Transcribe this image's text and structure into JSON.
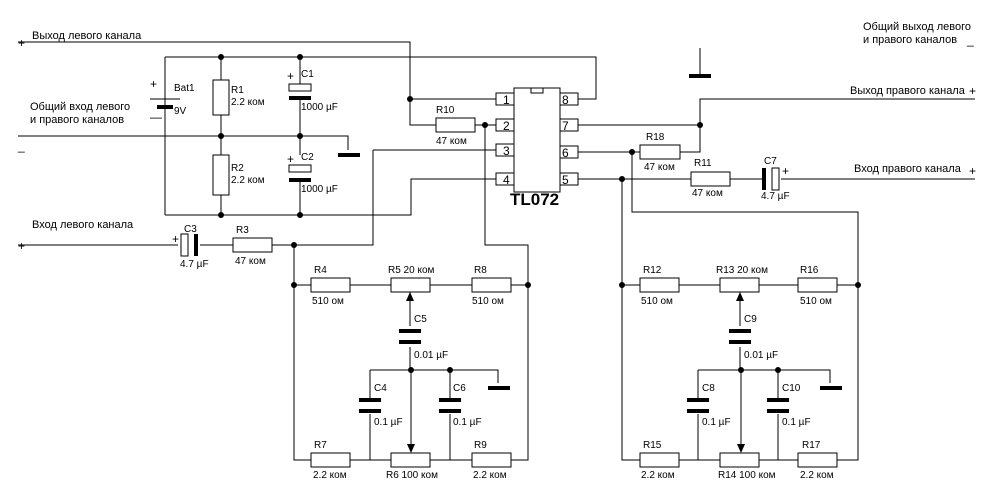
{
  "signals": {
    "out_left": "Выход левого канала",
    "in_common_1": "Общий вход левого",
    "in_common_2": "и правого каналов",
    "in_left": "Вход левого канала",
    "out_common_1": "Общий выход левого",
    "out_common_2": "и правого каналов",
    "out_right": "Выход правого канала",
    "in_right": "Вход правого канала",
    "plus": "+",
    "minus": "_",
    "minus_long": "—"
  },
  "chip": {
    "name": "TL072",
    "pins": [
      "1",
      "2",
      "3",
      "4",
      "5",
      "6",
      "7",
      "8"
    ]
  },
  "battery": {
    "ref": "Bat1",
    "value": "9V",
    "plus": "+",
    "minus": "—"
  },
  "resistors": {
    "R1": {
      "ref": "R1",
      "value": "2.2 ком"
    },
    "R2": {
      "ref": "R2",
      "value": "2.2 ком"
    },
    "R3": {
      "ref": "R3",
      "value": "47 ком"
    },
    "R4": {
      "ref": "R4",
      "value": "510 ом"
    },
    "R5": {
      "ref": "R5  20 ком"
    },
    "R6": {
      "ref": "R6  100 ком"
    },
    "R7": {
      "ref": "R7",
      "value": "2.2 ком"
    },
    "R8": {
      "ref": "R8",
      "value": "510 ом"
    },
    "R9": {
      "ref": "R9",
      "value": "2.2 ком"
    },
    "R10": {
      "ref": "R10",
      "value": "47 ком"
    },
    "R11": {
      "ref": "R11",
      "value": "47 ком"
    },
    "R12": {
      "ref": "R12",
      "value": "510 ом"
    },
    "R13": {
      "ref": "R13  20 ком"
    },
    "R14": {
      "ref": "R14 100 ком"
    },
    "R15": {
      "ref": "R15",
      "value": "2.2 ком"
    },
    "R16": {
      "ref": "R16",
      "value": "510 ом"
    },
    "R17": {
      "ref": "R17",
      "value": "2.2 ком"
    },
    "R18": {
      "ref": "R18",
      "value": "47 ком"
    }
  },
  "capacitors": {
    "C1": {
      "ref": "C1",
      "value": "1000 µF"
    },
    "C2": {
      "ref": "C2",
      "value": "1000 µF"
    },
    "C3": {
      "ref": "C3",
      "value": "4.7 µF"
    },
    "C4": {
      "ref": "C4",
      "value": "0.1 µF"
    },
    "C5": {
      "ref": "C5",
      "value": "0.01 µF"
    },
    "C6": {
      "ref": "C6",
      "value": "0.1 µF"
    },
    "C7": {
      "ref": "C7",
      "value": "4.7 µF"
    },
    "C8": {
      "ref": "C8",
      "value": "0.1 µF"
    },
    "C9": {
      "ref": "C9",
      "value": "0.01 µF"
    },
    "C10": {
      "ref": "C10",
      "value": "0.1 µF"
    }
  }
}
